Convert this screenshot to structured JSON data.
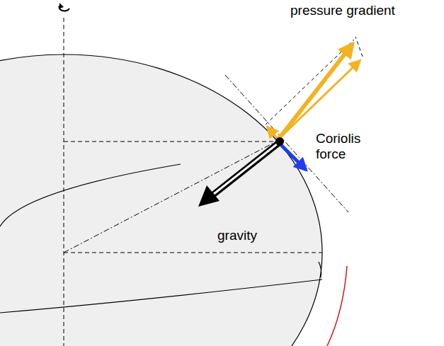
{
  "diagram": {
    "labels": [
      "pressure gradient",
      "Coriolis force",
      "gravity"
    ]
  }
}
